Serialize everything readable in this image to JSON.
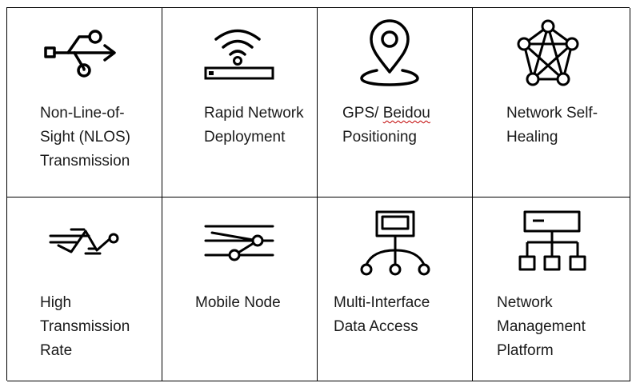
{
  "features": [
    {
      "id": "nlos",
      "icon": "usb-icon",
      "label": "Non-Line-of-\nSight (NLOS)\nTransmission"
    },
    {
      "id": "rapid",
      "icon": "wifi-router-icon",
      "label": "Rapid Network\nDeployment"
    },
    {
      "id": "gps",
      "icon": "location-pin-icon",
      "label_prefix": "GPS/ ",
      "label_flagged": "Beidou",
      "label_suffix": "\nPositioning"
    },
    {
      "id": "healing",
      "icon": "network-star-icon",
      "label": "Network Self-\nHealing"
    },
    {
      "id": "rate",
      "icon": "signal-wave-icon",
      "label": "High\nTransmission\nRate"
    },
    {
      "id": "mobile",
      "icon": "mobile-node-icon",
      "label": "Mobile Node"
    },
    {
      "id": "multi",
      "icon": "multi-interface-icon",
      "label": "Multi-Interface\nData Access"
    },
    {
      "id": "nms",
      "icon": "hierarchy-icon",
      "label": "Network\nManagement\nPlatform"
    }
  ]
}
